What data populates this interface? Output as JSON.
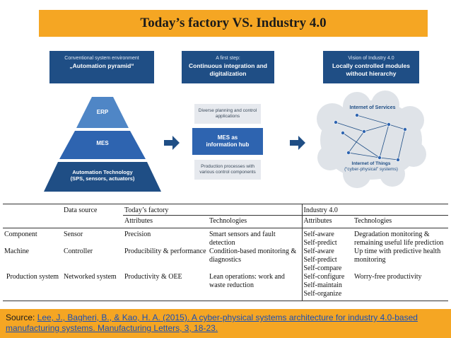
{
  "title": "Today’s factory VS. Industry 4.0",
  "panels": [
    {
      "sub": "Conventional system environment",
      "main": "„Automation pyramid“"
    },
    {
      "sub": "A first step:",
      "main": "Continuous integration and digitalization"
    },
    {
      "sub": "Vision of Industry 4.0",
      "main": "Locally controlled modules without hierarchy"
    }
  ],
  "pyramid": {
    "erp": "ERP",
    "mes": "MES",
    "automation_line1": "Automation Technology",
    "automation_line2": "(SPS, sensors, actuators)"
  },
  "middle": {
    "top": "Diverse planning and control applications",
    "hub_line1": "MES as",
    "hub_line2": "information hub",
    "bottom": "Production processes with various control components"
  },
  "cloud": {
    "services": "Internet of Services",
    "things_line1": "Internet of Things",
    "things_line2": "(“cyber-physical” systems)"
  },
  "colors": {
    "accent": "#f5a623",
    "navy": "#1f4e85",
    "pyramid_dark": "#1f4e85",
    "pyramid_mid": "#2e64b0",
    "pyramid_light": "#4f86c6"
  },
  "table": {
    "h_source": "Data source",
    "h_today": "Today’s factory",
    "h_industry": "Industry 4.0",
    "h_attr1": "Attributes",
    "h_tech1": "Technologies",
    "h_attr2": "Attributes",
    "h_tech2": "Technologies",
    "rows": [
      {
        "label": "Component",
        "source": "Sensor",
        "attr1": "Precision",
        "tech1": "Smart sensors and fault detection",
        "attr2": "Self-aware\nSelf-predict",
        "tech2": "Degradation monitoring & remaining useful life prediction"
      },
      {
        "label": "Machine",
        "source": "Controller",
        "attr1": "Producibility & performance",
        "tech1": "Condition-based monitoring & diagnostics",
        "attr2": "Self-aware\nSelf-predict\nSelf-compare",
        "tech2": "Up time with predictive health monitoring"
      },
      {
        "label": "Production system",
        "source": "Networked system",
        "attr1": "Productivity & OEE",
        "tech1": "Lean operations: work and waste reduction",
        "attr2": "Self-configure\nSelf-maintain\nSelf-organize",
        "tech2": "Worry-free productivity"
      }
    ]
  },
  "source": {
    "prefix": "Source:",
    "citation": "Lee, J., Bagheri, B., & Kao, H. A. (2015). A cyber-physical systems architecture for industry 4.0-based manufacturing systems. Manufacturing Letters, 3, 18-23."
  }
}
